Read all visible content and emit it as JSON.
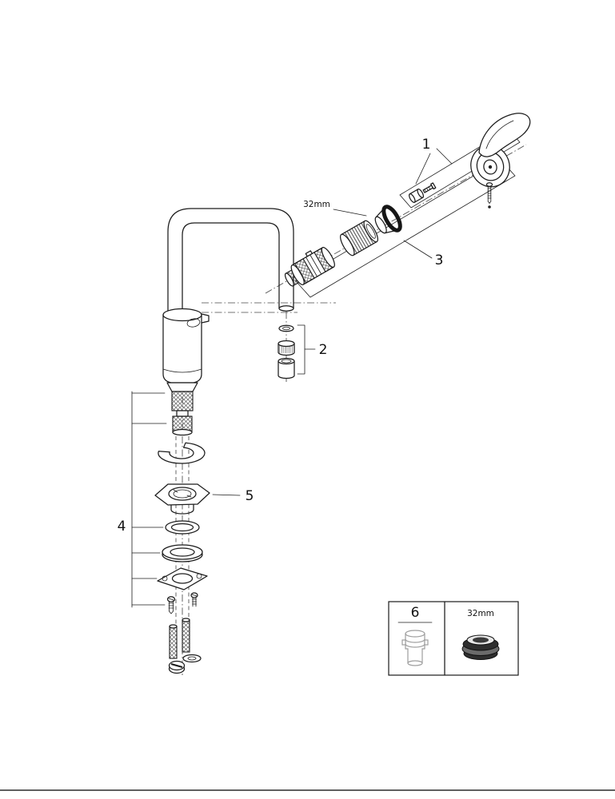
{
  "figure": {
    "type": "exploded-parts-diagram",
    "subject": "single-lever kitchen faucet with high U-spout"
  },
  "callouts": {
    "c1": "1",
    "c2": "2",
    "c3": "3",
    "c4": "4",
    "c5": "5",
    "dim_spout": "32mm"
  },
  "legend": {
    "c6": "6",
    "dim": "32mm"
  },
  "colors": {
    "ink": "#1c1c1c",
    "gray_part": "#9e9e9e",
    "background": "#ffffff"
  }
}
